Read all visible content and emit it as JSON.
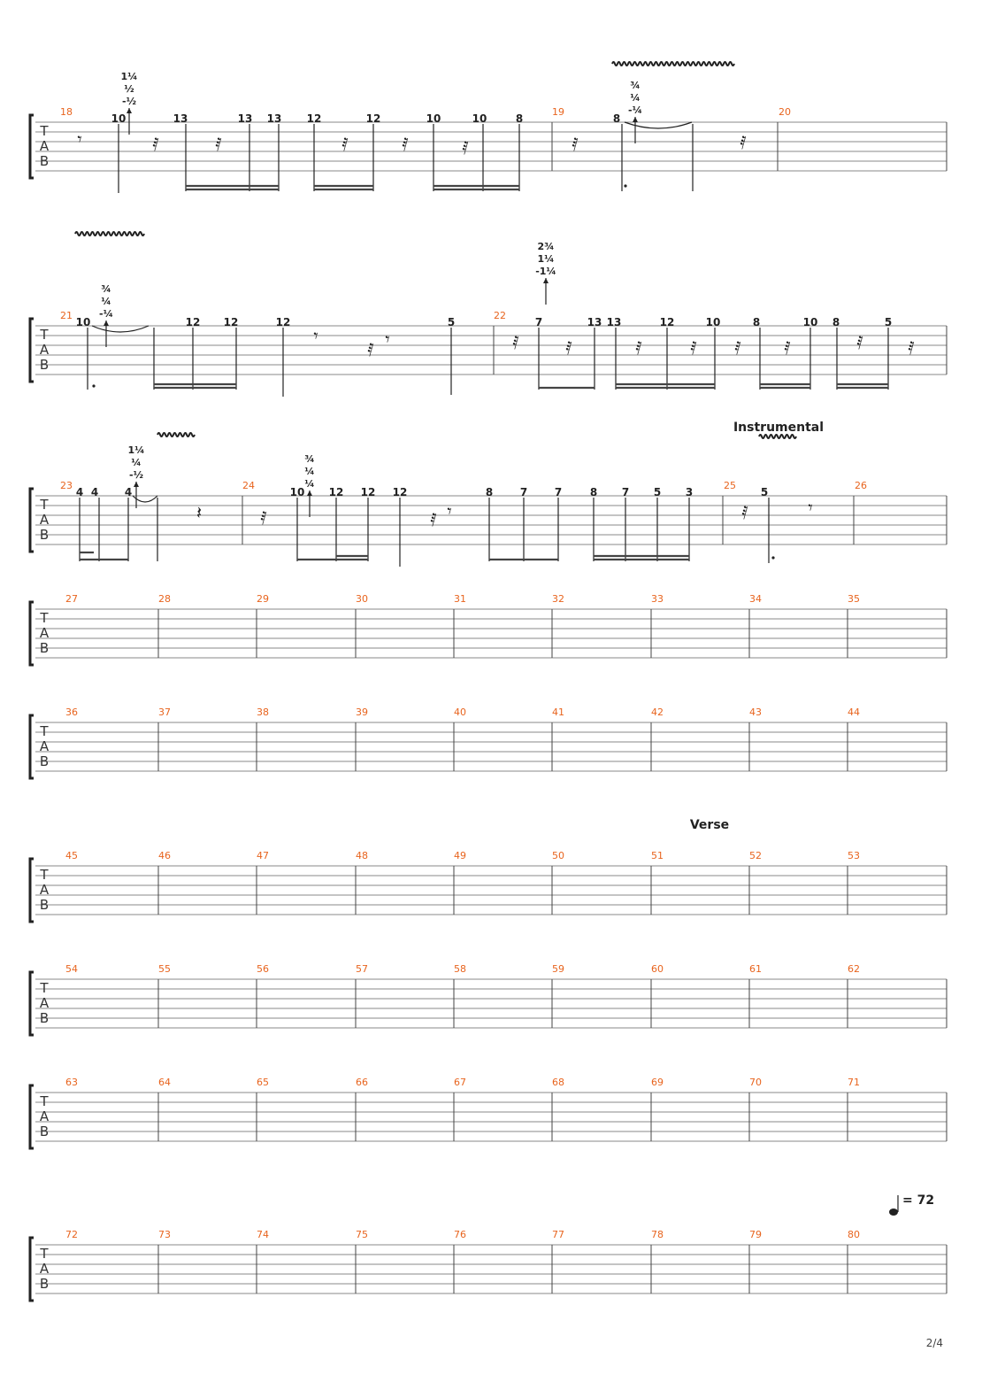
{
  "page": {
    "number": "2/4"
  },
  "tab_letters": [
    "T",
    "A",
    "B"
  ],
  "tempo": {
    "bpm": "= 72"
  },
  "systems": [
    {
      "id": "sys1",
      "bars": [
        {
          "number": "18",
          "notes": [
            {
              "fret": "10",
              "bend": [
                "1¼",
                "½",
                "-½"
              ]
            },
            {
              "fret": "13"
            },
            {
              "fret": "13"
            },
            {
              "fret": "13"
            },
            {
              "fret": "12"
            },
            {
              "fret": "12"
            },
            {
              "fret": "10"
            },
            {
              "fret": "10"
            },
            {
              "fret": "8"
            }
          ]
        },
        {
          "number": "19",
          "notes": [
            {
              "fret": "8",
              "bend": [
                "¾",
                "¼",
                "-¼"
              ]
            }
          ]
        },
        {
          "number": "20",
          "notes": []
        }
      ]
    },
    {
      "id": "sys2",
      "bars": [
        {
          "number": "21",
          "notes": [
            {
              "fret": "10",
              "bend": [
                "¾",
                "¼",
                "-¼"
              ]
            },
            {
              "fret": "12"
            },
            {
              "fret": "12"
            },
            {
              "fret": "12"
            },
            {
              "fret": "5"
            }
          ]
        },
        {
          "number": "22",
          "notes": [
            {
              "fret": "7",
              "bend": [
                "2¾",
                "1¼",
                "-1¼"
              ]
            },
            {
              "fret": "13"
            },
            {
              "fret": "13"
            },
            {
              "fret": "12"
            },
            {
              "fret": "10"
            },
            {
              "fret": "8"
            },
            {
              "fret": "10"
            },
            {
              "fret": "8"
            },
            {
              "fret": "5"
            }
          ]
        }
      ]
    },
    {
      "id": "sys3",
      "section": "Instrumental",
      "bars": [
        {
          "number": "23",
          "notes": [
            {
              "fret": "4"
            },
            {
              "fret": "4"
            },
            {
              "fret": "4",
              "bend": [
                "1¼",
                "¼",
                "-½"
              ]
            }
          ]
        },
        {
          "number": "24",
          "notes": [
            {
              "fret": "10",
              "bend": [
                "¾",
                "¼",
                "¼"
              ]
            },
            {
              "fret": "12"
            },
            {
              "fret": "12"
            },
            {
              "fret": "12"
            },
            {
              "fret": "8"
            },
            {
              "fret": "7"
            },
            {
              "fret": "7"
            },
            {
              "fret": "8"
            },
            {
              "fret": "7"
            },
            {
              "fret": "5"
            },
            {
              "fret": "3"
            }
          ]
        },
        {
          "number": "25",
          "notes": [
            {
              "fret": "5"
            }
          ]
        },
        {
          "number": "26",
          "notes": []
        }
      ]
    },
    {
      "id": "sys4",
      "bar_numbers": [
        "27",
        "28",
        "29",
        "30",
        "31",
        "32",
        "33",
        "34",
        "35"
      ]
    },
    {
      "id": "sys5",
      "bar_numbers": [
        "36",
        "37",
        "38",
        "39",
        "40",
        "41",
        "42",
        "43",
        "44"
      ]
    },
    {
      "id": "sys6",
      "section": "Verse",
      "bar_numbers": [
        "45",
        "46",
        "47",
        "48",
        "49",
        "50",
        "51",
        "52",
        "53"
      ]
    },
    {
      "id": "sys7",
      "bar_numbers": [
        "54",
        "55",
        "56",
        "57",
        "58",
        "59",
        "60",
        "61",
        "62"
      ]
    },
    {
      "id": "sys8",
      "bar_numbers": [
        "63",
        "64",
        "65",
        "66",
        "67",
        "68",
        "69",
        "70",
        "71"
      ]
    },
    {
      "id": "sys9",
      "bar_numbers": [
        "72",
        "73",
        "74",
        "75",
        "76",
        "77",
        "78",
        "79",
        "80"
      ]
    }
  ]
}
